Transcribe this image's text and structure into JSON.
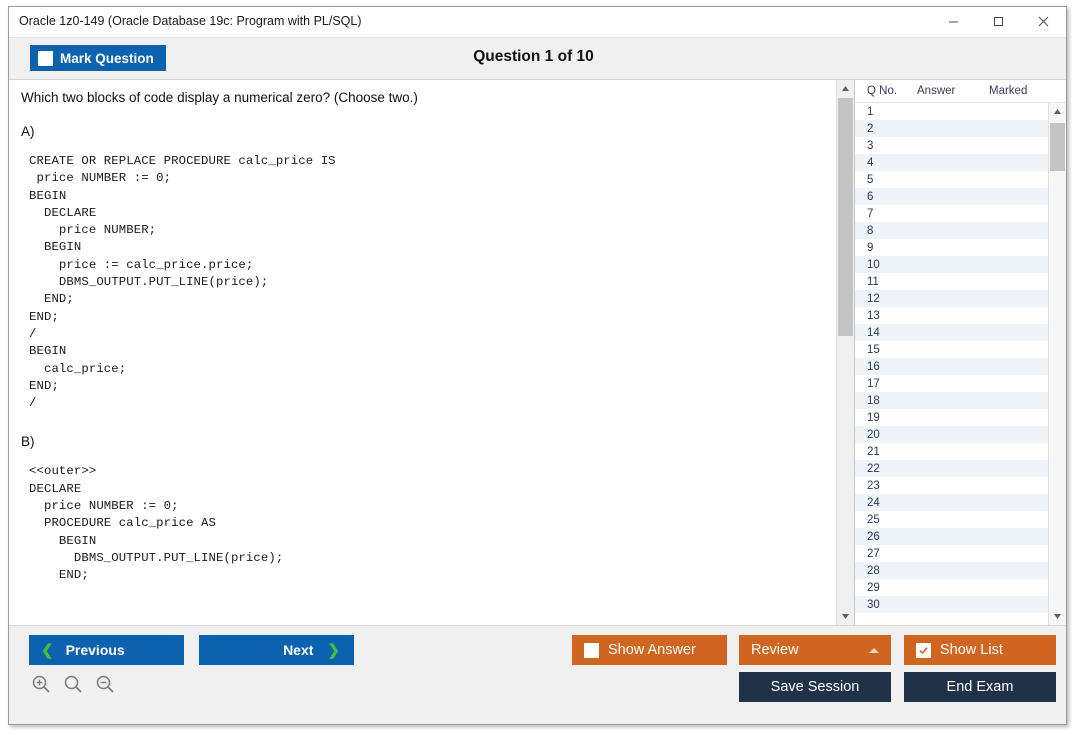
{
  "window": {
    "title": "Oracle 1z0-149 (Oracle Database 19c: Program with PL/SQL)",
    "minimize_label": "Minimize",
    "maximize_label": "Maximize",
    "close_label": "Close"
  },
  "toolbar": {
    "mark_question_label": "Mark Question",
    "mark_question_checked": false,
    "question_heading": "Question 1 of 10"
  },
  "question": {
    "prompt": "Which two blocks of code display a numerical zero? (Choose two.)",
    "options": [
      {
        "letter": "A)",
        "code": "CREATE OR REPLACE PROCEDURE calc_price IS\n price NUMBER := 0;\nBEGIN\n  DECLARE\n    price NUMBER;\n  BEGIN\n    price := calc_price.price;\n    DBMS_OUTPUT.PUT_LINE(price);\n  END;\nEND;\n/\nBEGIN\n  calc_price;\nEND;\n/"
      },
      {
        "letter": "B)",
        "code": "<<outer>>\nDECLARE\n  price NUMBER := 0;\n  PROCEDURE calc_price AS\n    BEGIN\n      DBMS_OUTPUT.PUT_LINE(price);\n    END;"
      }
    ]
  },
  "question_list": {
    "columns": [
      "Q No.",
      "Answer",
      "Marked"
    ],
    "rows": [
      {
        "qno": "1",
        "answer": "",
        "marked": ""
      },
      {
        "qno": "2",
        "answer": "",
        "marked": ""
      },
      {
        "qno": "3",
        "answer": "",
        "marked": ""
      },
      {
        "qno": "4",
        "answer": "",
        "marked": ""
      },
      {
        "qno": "5",
        "answer": "",
        "marked": ""
      },
      {
        "qno": "6",
        "answer": "",
        "marked": ""
      },
      {
        "qno": "7",
        "answer": "",
        "marked": ""
      },
      {
        "qno": "8",
        "answer": "",
        "marked": ""
      },
      {
        "qno": "9",
        "answer": "",
        "marked": ""
      },
      {
        "qno": "10",
        "answer": "",
        "marked": ""
      },
      {
        "qno": "11",
        "answer": "",
        "marked": ""
      },
      {
        "qno": "12",
        "answer": "",
        "marked": ""
      },
      {
        "qno": "13",
        "answer": "",
        "marked": ""
      },
      {
        "qno": "14",
        "answer": "",
        "marked": ""
      },
      {
        "qno": "15",
        "answer": "",
        "marked": ""
      },
      {
        "qno": "16",
        "answer": "",
        "marked": ""
      },
      {
        "qno": "17",
        "answer": "",
        "marked": ""
      },
      {
        "qno": "18",
        "answer": "",
        "marked": ""
      },
      {
        "qno": "19",
        "answer": "",
        "marked": ""
      },
      {
        "qno": "20",
        "answer": "",
        "marked": ""
      },
      {
        "qno": "21",
        "answer": "",
        "marked": ""
      },
      {
        "qno": "22",
        "answer": "",
        "marked": ""
      },
      {
        "qno": "23",
        "answer": "",
        "marked": ""
      },
      {
        "qno": "24",
        "answer": "",
        "marked": ""
      },
      {
        "qno": "25",
        "answer": "",
        "marked": ""
      },
      {
        "qno": "26",
        "answer": "",
        "marked": ""
      },
      {
        "qno": "27",
        "answer": "",
        "marked": ""
      },
      {
        "qno": "28",
        "answer": "",
        "marked": ""
      },
      {
        "qno": "29",
        "answer": "",
        "marked": ""
      },
      {
        "qno": "30",
        "answer": "",
        "marked": ""
      }
    ]
  },
  "footer": {
    "previous_label": "Previous",
    "next_label": "Next",
    "show_answer_label": "Show Answer",
    "show_answer_checked": false,
    "review_label": "Review",
    "show_list_label": "Show List",
    "show_list_checked": true,
    "save_session_label": "Save Session",
    "end_exam_label": "End Exam",
    "zoom_in_label": "Zoom In",
    "zoom_reset_label": "Zoom Reset",
    "zoom_out_label": "Zoom Out"
  },
  "colors": {
    "primary_blue": "#0c62ae",
    "accent_orange": "#cf6520",
    "navy": "#1f3248",
    "chevron_green": "#3ec13e",
    "row_stripe": "#eef4fa"
  }
}
